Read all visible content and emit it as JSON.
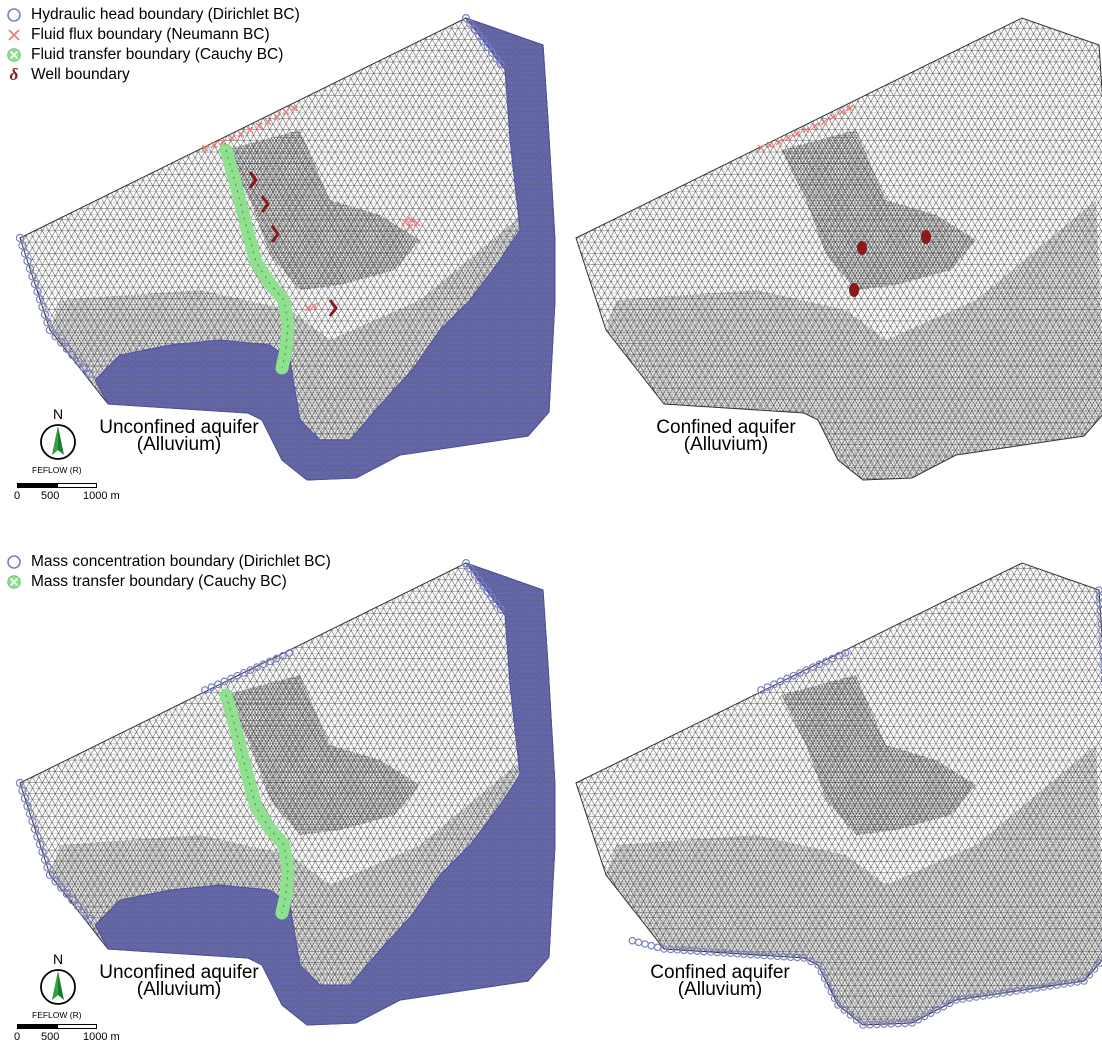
{
  "colors": {
    "dirichlet": "#7b7fc4",
    "dirichlet_fill": "#6a6ec0",
    "neumann": "#ee7b7b",
    "cauchy": "#8fe08f",
    "well": "#8b1a1a",
    "mesh": "#444444"
  },
  "legend_flow": {
    "items": [
      {
        "icon": "hollow-circle-icon",
        "label": "Hydraulic head boundary (Dirichlet BC)"
      },
      {
        "icon": "cross-icon",
        "label": "Fluid flux boundary (Neumann BC)"
      },
      {
        "icon": "circled-cross-icon",
        "label": "Fluid transfer boundary (Cauchy BC)"
      },
      {
        "icon": "delta-icon",
        "label": "Well boundary",
        "glyph": "δ"
      }
    ]
  },
  "legend_mass": {
    "items": [
      {
        "icon": "hollow-circle-icon",
        "label": "Mass concentration boundary (Dirichlet BC)"
      },
      {
        "icon": "circled-cross-icon",
        "label": "Mass transfer boundary (Cauchy BC)"
      }
    ]
  },
  "panels": {
    "top_left": {
      "line1": "Unconfined aquifer",
      "line2": "(Alluvium)"
    },
    "top_right": {
      "line1": "Confined aquifer",
      "line2": "(Alluvium)"
    },
    "bottom_left": {
      "line1": "Unconfined aquifer",
      "line2": "(Alluvium)"
    },
    "bottom_right": {
      "line1": "Confined aquifer",
      "line2": "(Alluvium)"
    }
  },
  "north_arrow": {
    "letter": "N",
    "software": "FEFLOW (R)"
  },
  "scale_bar": {
    "ticks": [
      "0",
      "500",
      "1000 m"
    ]
  }
}
